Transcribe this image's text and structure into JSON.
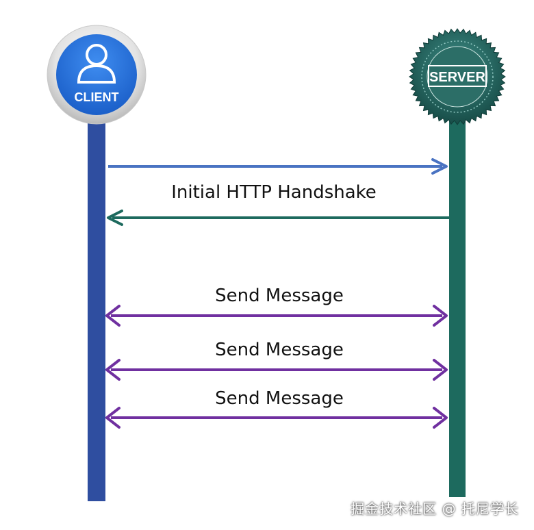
{
  "client": {
    "label": "CLIENT",
    "icon": "user-icon",
    "color": "#2a56b5",
    "line_color": "#2f4ea0"
  },
  "server": {
    "label": "SERVER",
    "icon": "seal-badge",
    "color": "#1f6b63",
    "line_color": "#1d6a5e"
  },
  "messages": [
    {
      "label": "",
      "direction": "client-to-server",
      "color": "#4a73c2"
    },
    {
      "label": "Initial HTTP Handshake",
      "direction": "server-to-client",
      "color": "#1d6a5e"
    },
    {
      "label": "Send Message",
      "direction": "bidirectional",
      "color": "#7030a0"
    },
    {
      "label": "Send Message",
      "direction": "bidirectional",
      "color": "#7030a0"
    },
    {
      "label": "Send Message",
      "direction": "bidirectional",
      "color": "#7030a0"
    }
  ],
  "watermark": "掘金技术社区 @ 托尼学长"
}
